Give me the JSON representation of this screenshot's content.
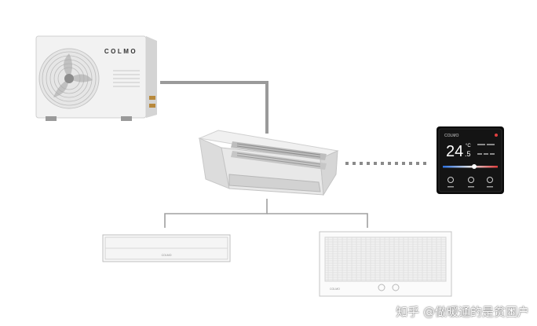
{
  "outdoor_unit": {
    "brand": "COLMO",
    "icon": "outdoor-ac-unit"
  },
  "indoor_unit": {
    "icon": "ceiling-duct-indoor-unit"
  },
  "controller": {
    "temperature_main": "24",
    "temperature_decimal": ".5",
    "temperature_unit": "°C",
    "brand_small": "COLMO",
    "icon": "smart-thermostat-panel"
  },
  "outlet_strip": {
    "brand_small": "COLMO",
    "icon": "linear-air-outlet"
  },
  "grille_panel": {
    "brand_small": "COLMO",
    "icon": "return-air-grille"
  },
  "connections": {
    "refrigerant_pipe": "solid",
    "control_link": "dotted",
    "duct_split": "branch"
  },
  "watermark": {
    "text": "知乎 @做暖通的是贫困户"
  },
  "colors": {
    "pipe": "#9a9a9a",
    "dotted_link": "#8a8a8a",
    "branch_line": "#a0a0a0",
    "unit_body": "#ececec",
    "controller_bg": "#0c0c0c"
  }
}
